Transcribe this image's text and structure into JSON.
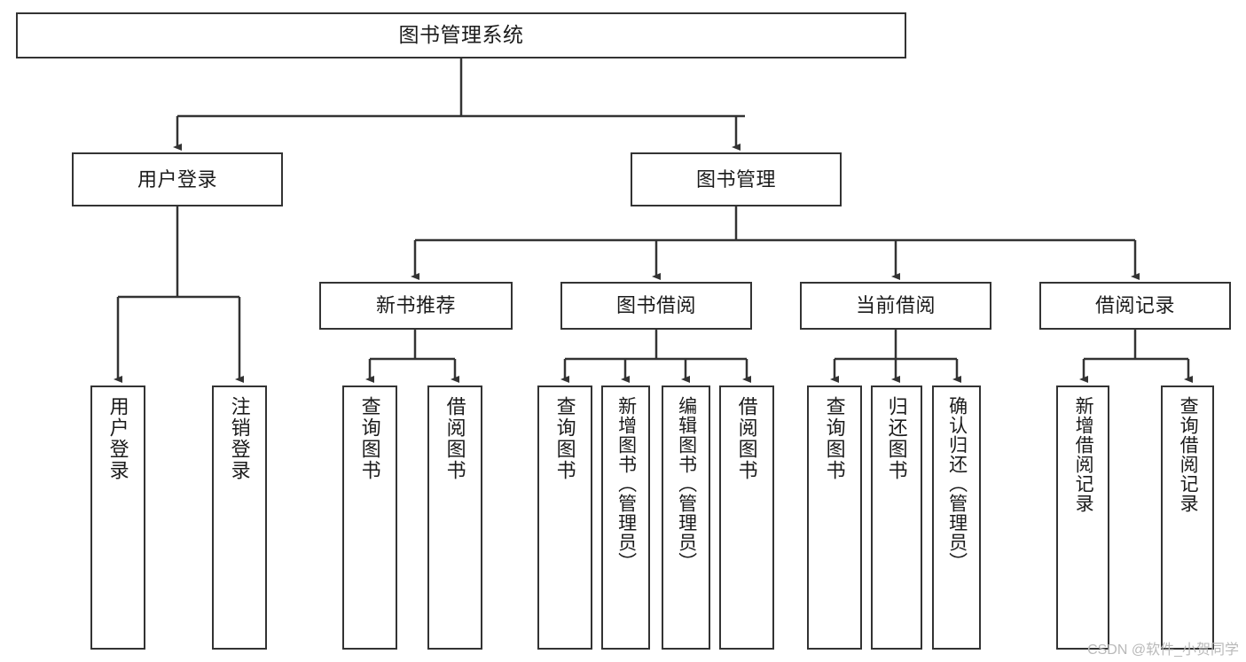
{
  "diagram": {
    "title": "图书管理系统",
    "type": "tree",
    "background_color": "#ffffff",
    "box_border_color": "#333333",
    "box_fill_color": "#ffffff",
    "text_color": "#1b1b1b",
    "connector_color": "#333333"
  },
  "nodes": {
    "root": {
      "label": "图书管理系统"
    },
    "level1": [
      {
        "label": "用户登录"
      },
      {
        "label": "图书管理"
      }
    ],
    "level2": [
      {
        "label": "新书推荐"
      },
      {
        "label": "图书借阅"
      },
      {
        "label": "当前借阅"
      },
      {
        "label": "借阅记录"
      }
    ],
    "leaves": {
      "user_login": [
        {
          "label": "用户登录"
        },
        {
          "label": "注销登录"
        }
      ],
      "new_book_recommend": [
        {
          "label": "查询图书"
        },
        {
          "label": "借阅图书"
        }
      ],
      "book_borrow": [
        {
          "label": "查询图书"
        },
        {
          "label": "新增图书（管理员）"
        },
        {
          "label": "编辑图书（管理员）"
        },
        {
          "label": "借阅图书"
        }
      ],
      "current_borrow": [
        {
          "label": "查询图书"
        },
        {
          "label": "归还图书"
        },
        {
          "label": "确认归还（管理员）"
        }
      ],
      "borrow_record": [
        {
          "label": "新增借阅记录"
        },
        {
          "label": "查询借阅记录"
        }
      ]
    }
  },
  "watermark": {
    "text": "CSDN @软件_小贺同学"
  }
}
